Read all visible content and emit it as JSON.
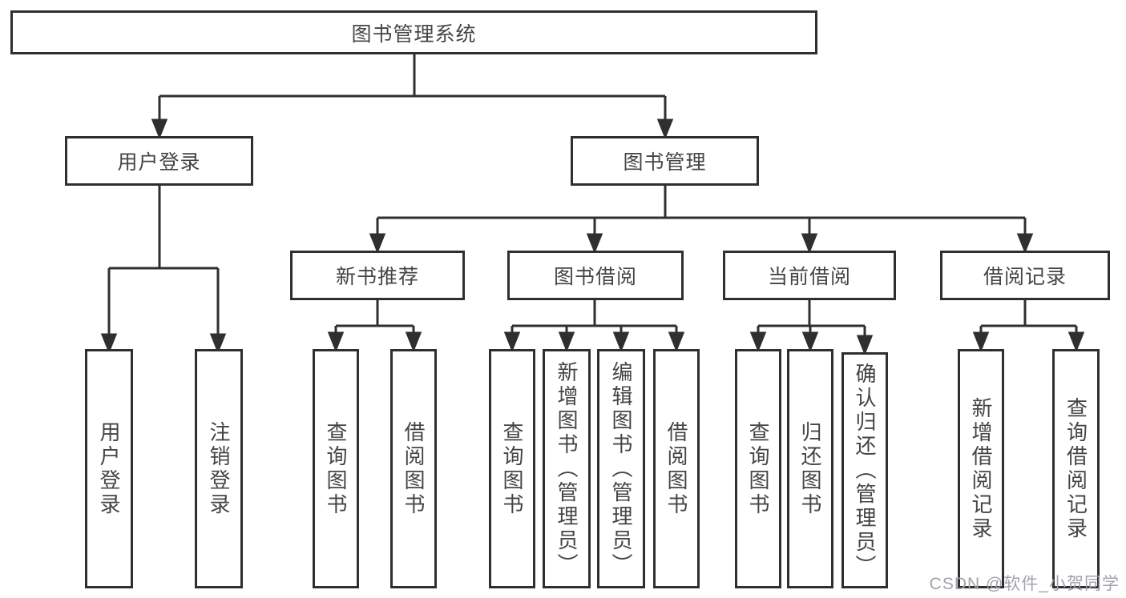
{
  "colors": {
    "line": "#2f2f2f",
    "text": "#454545",
    "watermark": "#a2a2aa",
    "background": "#ffffff"
  },
  "watermark": "CSDN @软件_小贺同学",
  "tree": {
    "label": "图书管理系统",
    "children": [
      {
        "label": "用户登录",
        "children": [
          {
            "label": "用户登录"
          },
          {
            "label": "注销登录"
          }
        ]
      },
      {
        "label": "图书管理",
        "children": [
          {
            "label": "新书推荐",
            "children": [
              {
                "label": "查询图书"
              },
              {
                "label": "借阅图书"
              }
            ]
          },
          {
            "label": "图书借阅",
            "children": [
              {
                "label": "查询图书"
              },
              {
                "label": "新增图书（管理员）"
              },
              {
                "label": "编辑图书（管理员）"
              },
              {
                "label": "借阅图书"
              }
            ]
          },
          {
            "label": "当前借阅",
            "children": [
              {
                "label": "查询图书"
              },
              {
                "label": "归还图书"
              },
              {
                "label": "确认归还（管理员）"
              }
            ]
          },
          {
            "label": "借阅记录",
            "children": [
              {
                "label": "新增借阅记录"
              },
              {
                "label": "查询借阅记录"
              }
            ]
          }
        ]
      }
    ]
  }
}
